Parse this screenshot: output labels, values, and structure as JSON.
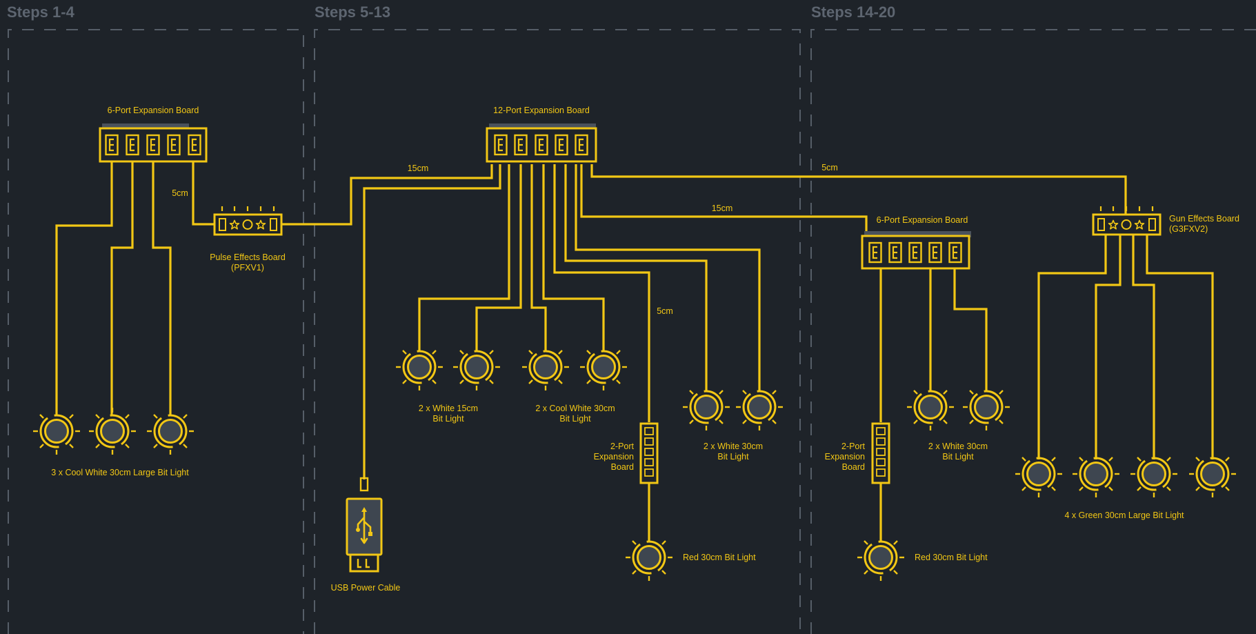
{
  "sections": [
    {
      "title": "Steps 1-4"
    },
    {
      "title": "Steps 5-13"
    },
    {
      "title": "Steps 14-20"
    }
  ],
  "labels": {
    "board6_a": "6-Port Expansion Board",
    "board12": "12-Port Expansion Board",
    "board6_b": "6-Port Expansion Board",
    "pulse_l1": "Pulse Effects Board",
    "pulse_l2": "(PFXV1)",
    "gun_l1": "Gun Effects Board",
    "gun_l2": "(G3FXV2)",
    "cable_5cm_a": "5cm",
    "cable_15cm_a": "15cm",
    "cable_5cm_b": "5cm",
    "cable_15cm_b": "15cm",
    "cable_5cm_c": "5cm",
    "lights_cw_large": "3 x Cool White 30cm Large Bit Light",
    "lights_w15_l1": "2 x White 15cm",
    "lights_w15_l2": "Bit Light",
    "lights_cw30_l1": "2 x Cool White 30cm",
    "lights_cw30_l2": "Bit Light",
    "lights_w30a_l1": "2 x White 30cm",
    "lights_w30a_l2": "Bit Light",
    "lights_w30b_l1": "2 x White 30cm",
    "lights_w30b_l2": "Bit Light",
    "port2a_l1": "2-Port",
    "port2a_l2": "Expansion",
    "port2a_l3": "Board",
    "port2b_l1": "2-Port",
    "port2b_l2": "Expansion",
    "port2b_l3": "Board",
    "red_a": "Red 30cm Bit Light",
    "red_b": "Red 30cm Bit Light",
    "usb": "USB Power Cable",
    "green": "4 x Green 30cm Large Bit Light"
  },
  "colors": {
    "background": "#1e2329",
    "wire": "#f2c715",
    "component_fill": "#3e4650",
    "section_border": "#565e68",
    "section_title": "#5d6570"
  },
  "icons": {
    "light": "bit-light-icon",
    "board": "expansion-board-icon",
    "effects": "effects-board-icon",
    "usb": "usb-cable-icon"
  }
}
